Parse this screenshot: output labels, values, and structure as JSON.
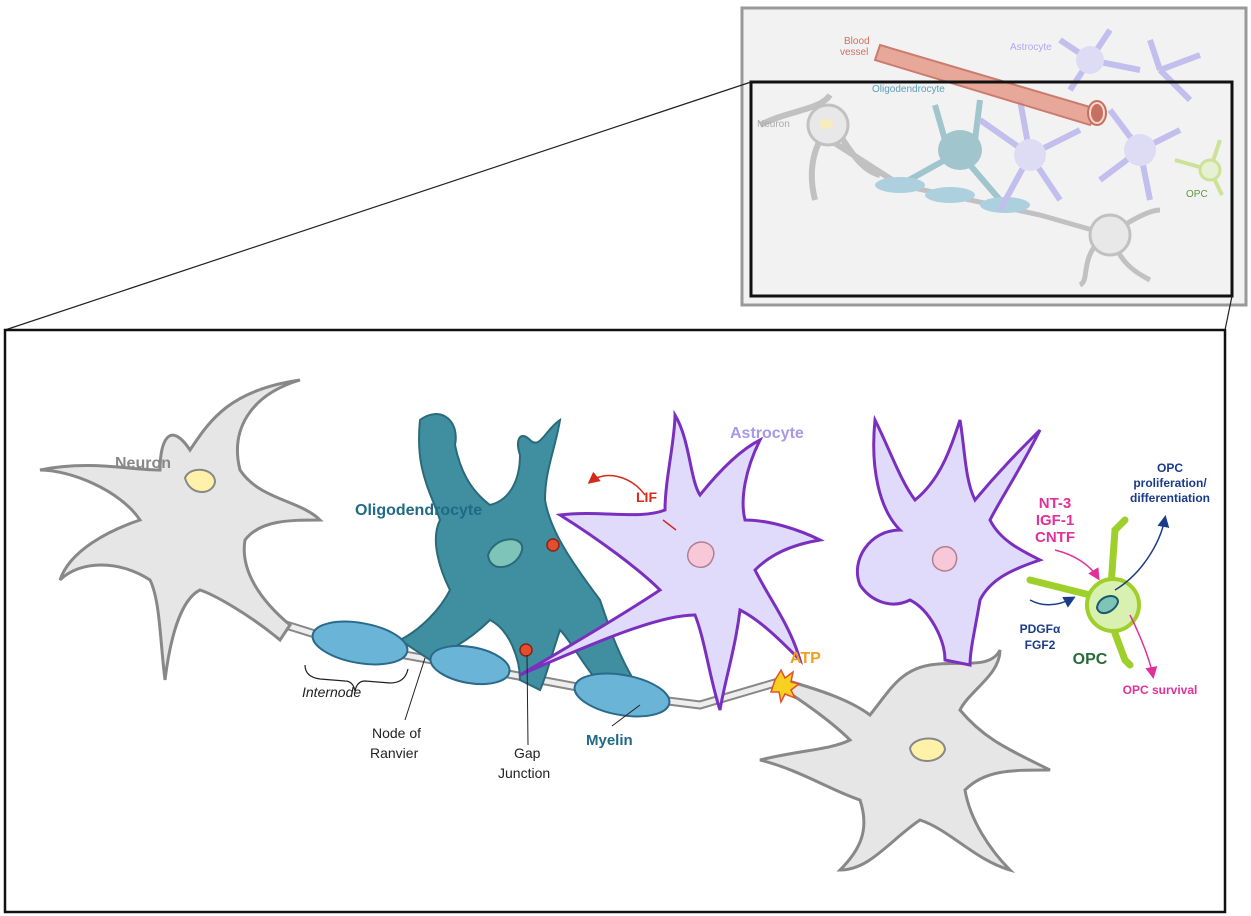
{
  "inset": {
    "blood_vessel_line1": "Blood",
    "blood_vessel_line2": "vessel",
    "astrocyte": "Astrocyte",
    "oligodendrocyte": "Oligodendrocyte",
    "neuron": "Neuron",
    "opc": "OPC"
  },
  "main": {
    "neuron": "Neuron",
    "oligodendrocyte": "Oligodendrocyte",
    "astrocyte": "Astrocyte",
    "lif": "LIF",
    "atp": "ATP",
    "internode": "Internode",
    "node_of_ranvier_line1": "Node of",
    "node_of_ranvier_line2": "Ranvier",
    "gap_junction_line1": "Gap",
    "gap_junction_line2": "Junction",
    "myelin": "Myelin",
    "factors_pink": [
      "NT-3",
      "IGF-1",
      "CNTF"
    ],
    "factors_blue": [
      "PDGFα",
      "FGF2"
    ],
    "opc": "OPC",
    "opc_prolif_line1": "OPC",
    "opc_prolif_line2": "proliferation/",
    "opc_prolif_line3": "differentiation",
    "opc_survival": "OPC survival"
  },
  "colors": {
    "neuron": "#d9d9d9",
    "oligodendrocyte": "#3f8fa0",
    "astrocyte": "#7b2fbf",
    "opc": "#9fcf2a",
    "lif": "#d42a1a",
    "atp": "#f0a020",
    "pink": "#e0309a",
    "navy": "#1a3a8a"
  }
}
